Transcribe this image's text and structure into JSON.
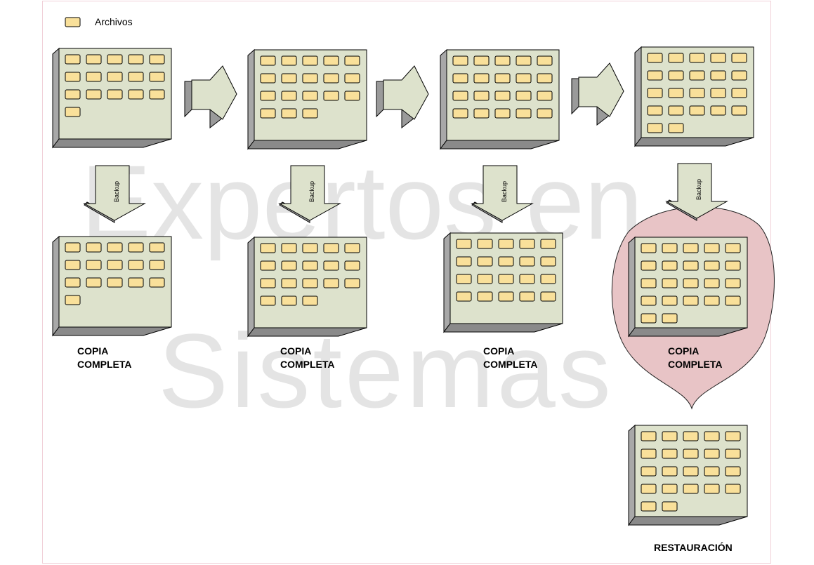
{
  "watermark": {
    "line1": "Expertos en",
    "line2": "Sistemas"
  },
  "legend": {
    "label": "Archivos",
    "icon": "file-icon"
  },
  "arrow_label": "Backup",
  "stages": [
    {
      "sources": 16,
      "copies": 16,
      "copy_label": [
        "COPIA",
        "COMPLETA"
      ]
    },
    {
      "sources": 18,
      "copies": 18,
      "copy_label": [
        "COPIA",
        "COMPLETA"
      ]
    },
    {
      "sources": 20,
      "copies": 20,
      "copy_label": [
        "COPIA",
        "COMPLETA"
      ]
    },
    {
      "sources": 22,
      "copies": 22,
      "copy_label": [
        "COPIA",
        "COMPLETA"
      ],
      "highlighted": true
    }
  ],
  "restore": {
    "files": 22,
    "label": "RESTAURACIÓN"
  },
  "colors": {
    "panel_face": "#dde2cc",
    "panel_side": "#a8a8a8",
    "panel_bottom": "#8a8a8a",
    "file_fill": "#f9e09a",
    "arrow_face": "#dde2cc",
    "arrow_shadow": "#9a9a9a",
    "highlight_fill": "#e8c4c6",
    "highlight_stroke": "#222222",
    "watermark": "#e4e4e4"
  }
}
